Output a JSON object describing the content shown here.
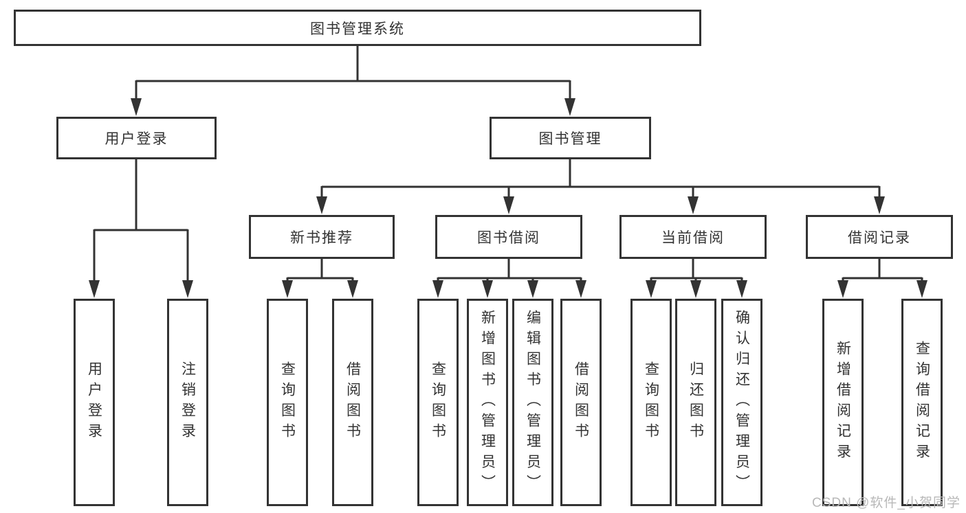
{
  "tree": {
    "label": "图书管理系统",
    "children": [
      {
        "label": "用户登录",
        "children": [
          {
            "label": "用户登录"
          },
          {
            "label": "注销登录"
          }
        ]
      },
      {
        "label": "图书管理",
        "children": [
          {
            "label": "新书推荐",
            "children": [
              {
                "label": "查询图书"
              },
              {
                "label": "借阅图书"
              }
            ]
          },
          {
            "label": "图书借阅",
            "children": [
              {
                "label": "查询图书"
              },
              {
                "label": "新增图书（管理员）"
              },
              {
                "label": "编辑图书（管理员）"
              },
              {
                "label": "借阅图书"
              }
            ]
          },
          {
            "label": "当前借阅",
            "children": [
              {
                "label": "查询图书"
              },
              {
                "label": "归还图书"
              },
              {
                "label": "确认归还（管理员）"
              }
            ]
          },
          {
            "label": "借阅记录",
            "children": [
              {
                "label": "新增借阅记录"
              },
              {
                "label": "查询借阅记录"
              }
            ]
          }
        ]
      }
    ]
  },
  "watermark": {
    "text": "CSDN @软件_小贺同学"
  },
  "colors": {
    "line": "#333333",
    "box_border": "#333333",
    "text": "#333333",
    "watermark": "#b8b8b8",
    "background": "#ffffff"
  }
}
